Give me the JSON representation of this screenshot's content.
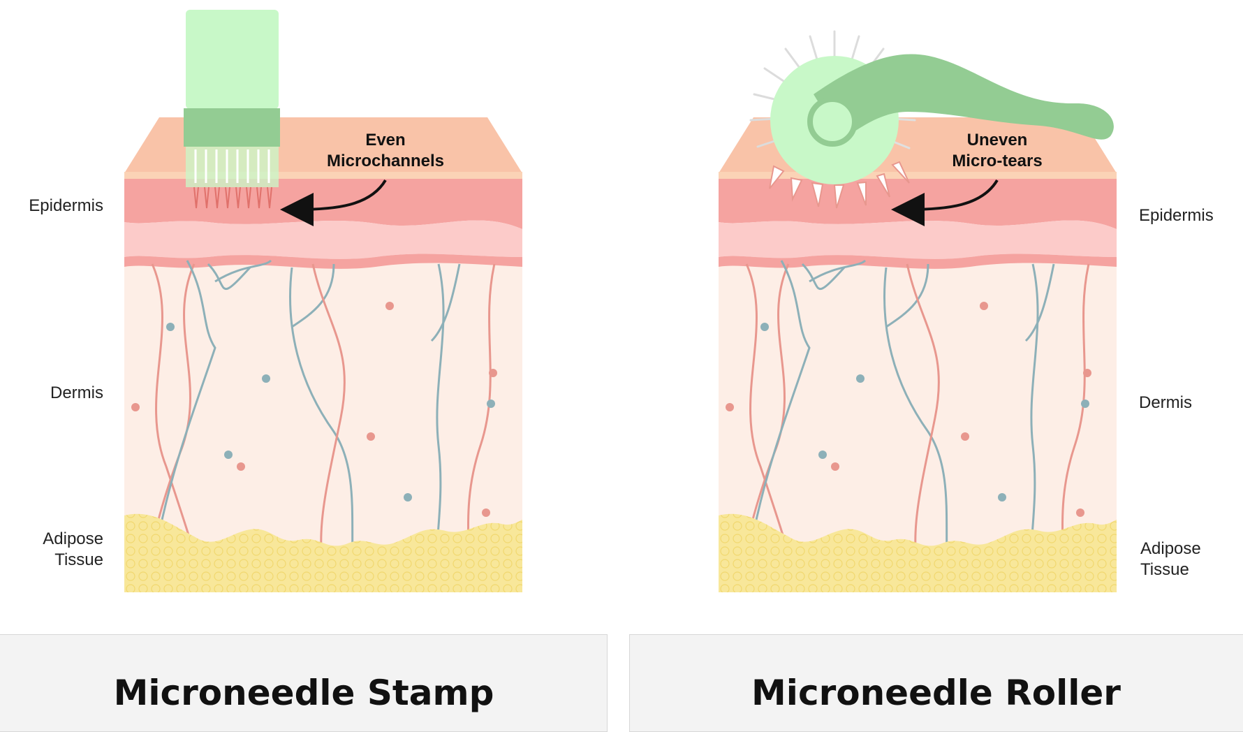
{
  "left": {
    "callout": [
      "Even",
      "Microchannels"
    ],
    "layers": {
      "epidermis": "Epidermis",
      "dermis": "Dermis",
      "adipose": [
        "Adipose",
        "Tissue"
      ]
    },
    "caption": "Microneedle Stamp"
  },
  "right": {
    "callout": [
      "Uneven",
      "Micro-tears"
    ],
    "layers": {
      "epidermis": "Epidermis",
      "dermis": "Dermis",
      "adipose": [
        "Adipose",
        "Tissue"
      ]
    },
    "caption": "Microneedle Roller"
  },
  "colors": {
    "skin_top": "#f9c3a8",
    "epidermis": "#f5a3a0",
    "epidermis_light": "#fccbc9",
    "dermis": "#fdeee6",
    "vein_blue": "#8db0b8",
    "vein_red": "#e8978e",
    "adipose": "#f8e79a",
    "tool_light": "#c8f8c8",
    "tool_dark": "#93cc93"
  }
}
